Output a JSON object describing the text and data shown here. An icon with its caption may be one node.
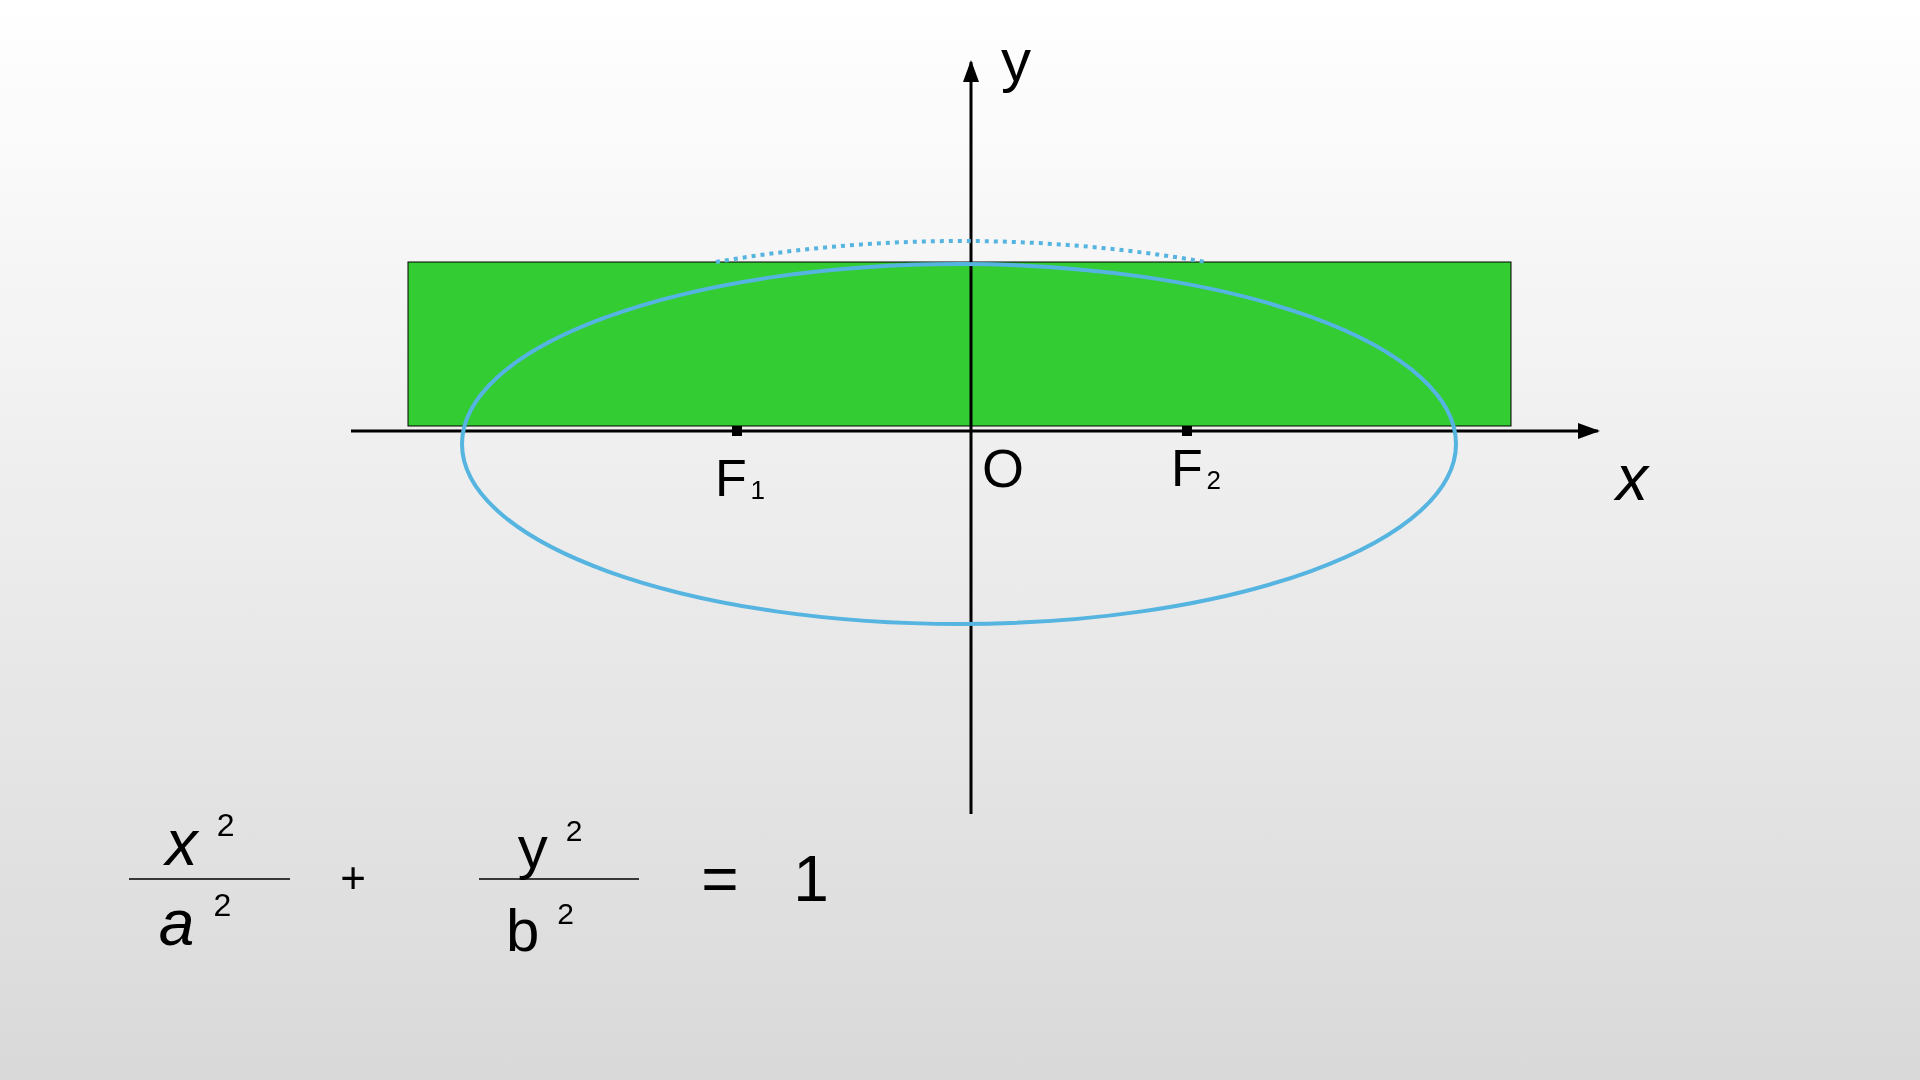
{
  "diagram": {
    "nodes": [
      {
        "text": [],
        "shape": "box"
      }
    ],
    "labels": [
      "y",
      "F$_{1}$",
      "O",
      "F$_{2}$",
      "x",
      "x$^{2}$",
      "+",
      "y$^{2}$",
      "=",
      "1",
      "a$^{2}$",
      "b$^{2}$"
    ]
  }
}
